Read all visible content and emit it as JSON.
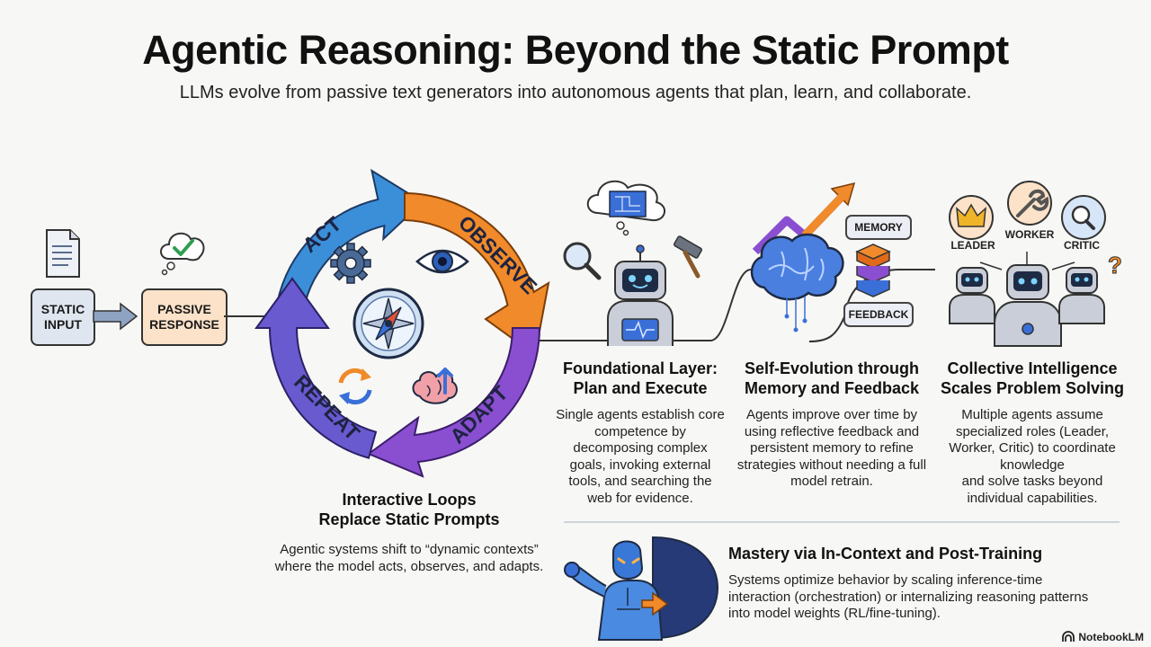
{
  "header": {
    "title": "Agentic Reasoning: Beyond the Static Prompt",
    "subtitle": "LLMs evolve from passive text generators into autonomous agents that plan, learn, and collaborate."
  },
  "flow": {
    "static_input": "STATIC\nINPUT",
    "passive_response": "PASSIVE\nRESPONSE"
  },
  "loop": {
    "labels": [
      "ACT",
      "OBSERVE",
      "ADAPT",
      "REPEAT"
    ],
    "title": "Interactive Loops\nReplace Static Prompts",
    "body": "Agentic systems shift to “dynamic contexts” where the model acts, observes, and adapts."
  },
  "foundational": {
    "title": "Foundational Layer:\nPlan and Execute",
    "body": "Single agents establish core competence by decomposing complex goals, invoking external tools, and searching the web for evidence."
  },
  "self_evolution": {
    "memory_label": "MEMORY",
    "feedback_label": "FEEDBACK",
    "title": "Self-Evolution through\nMemory and Feedback",
    "body": "Agents improve over time by using reflective feedback and persistent memory to refine strategies without needing a full model retrain."
  },
  "collective": {
    "roles": [
      "LEADER",
      "WORKER",
      "CRITIC"
    ],
    "title": "Collective Intelligence\nScales Problem Solving",
    "body": "Multiple agents assume specialized roles (Leader, Worker, Critic) to coordinate knowledge\nand solve tasks beyond individual capabilities."
  },
  "mastery": {
    "title": "Mastery via In-Context and Post-Training",
    "body": "Systems optimize behavior by scaling inference-time interaction (orchestration) or internalizing reasoning patterns into model weights (RL/fine-tuning)."
  },
  "brand": "NotebookLM",
  "colors": {
    "act": "#3b8fd8",
    "observe": "#f08a2a",
    "adapt": "#8a4fd0",
    "repeat": "#6a5ad0",
    "accent_blue": "#3a6fd8",
    "passive_fill": "#fbe2c8",
    "static_fill": "#dfe6ef"
  },
  "icons": [
    "document-icon",
    "check-cloud-icon",
    "gear-icon",
    "eye-icon",
    "compass-icon",
    "refresh-icon",
    "brain-icon",
    "robot-icon",
    "magnifier-icon",
    "hammer-icon",
    "blueprint-icon",
    "growth-arrow-icon",
    "database-icon",
    "crown-icon",
    "wrench-icon",
    "superhero-icon"
  ]
}
